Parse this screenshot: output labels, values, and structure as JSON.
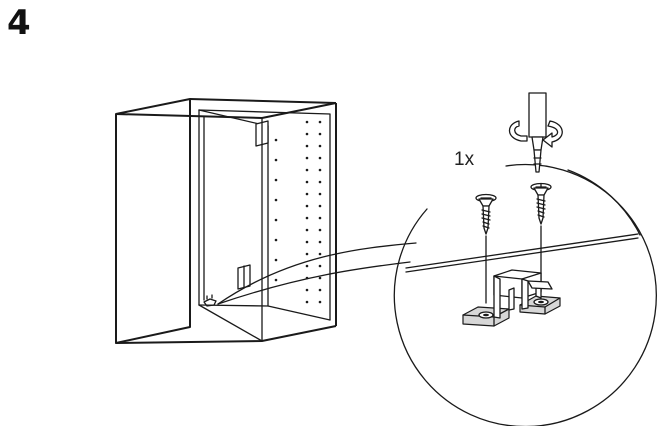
{
  "step": {
    "number": "4"
  },
  "callout": {
    "quantity": "1x"
  },
  "icons": {
    "cabinet": "wall-cabinet-frame",
    "screwdriver": "screwdriver-icon",
    "rotation": "clockwise-rotation-arrow",
    "screws": "wood-screw-icon",
    "bracket": "suspension-bracket"
  }
}
